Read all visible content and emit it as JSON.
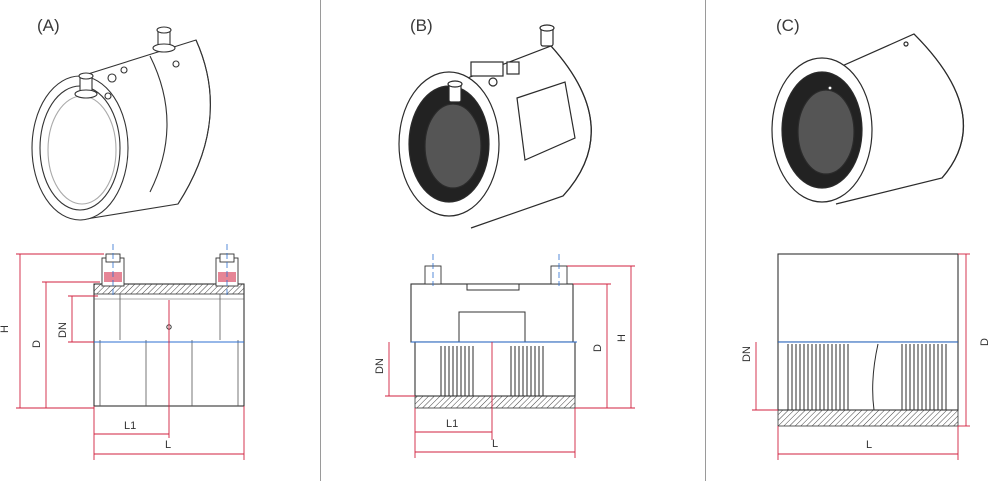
{
  "panels": [
    {
      "label": "(A)",
      "dims": {
        "H": "H",
        "D": "D",
        "DN": "DN",
        "L1": "L1",
        "L": "L"
      }
    },
    {
      "label": "(B)",
      "dims": {
        "DN": "DN",
        "D": "D",
        "H": "H",
        "L1": "L1",
        "L": "L"
      }
    },
    {
      "label": "(C)",
      "dims": {
        "DN": "DN",
        "D": "D",
        "L": "L"
      }
    }
  ],
  "colors": {
    "dimension_line": "#d2213f",
    "axis_line": "#2d6fd0",
    "outline": "#2b2b2b",
    "divider": "#9a9a9a"
  }
}
